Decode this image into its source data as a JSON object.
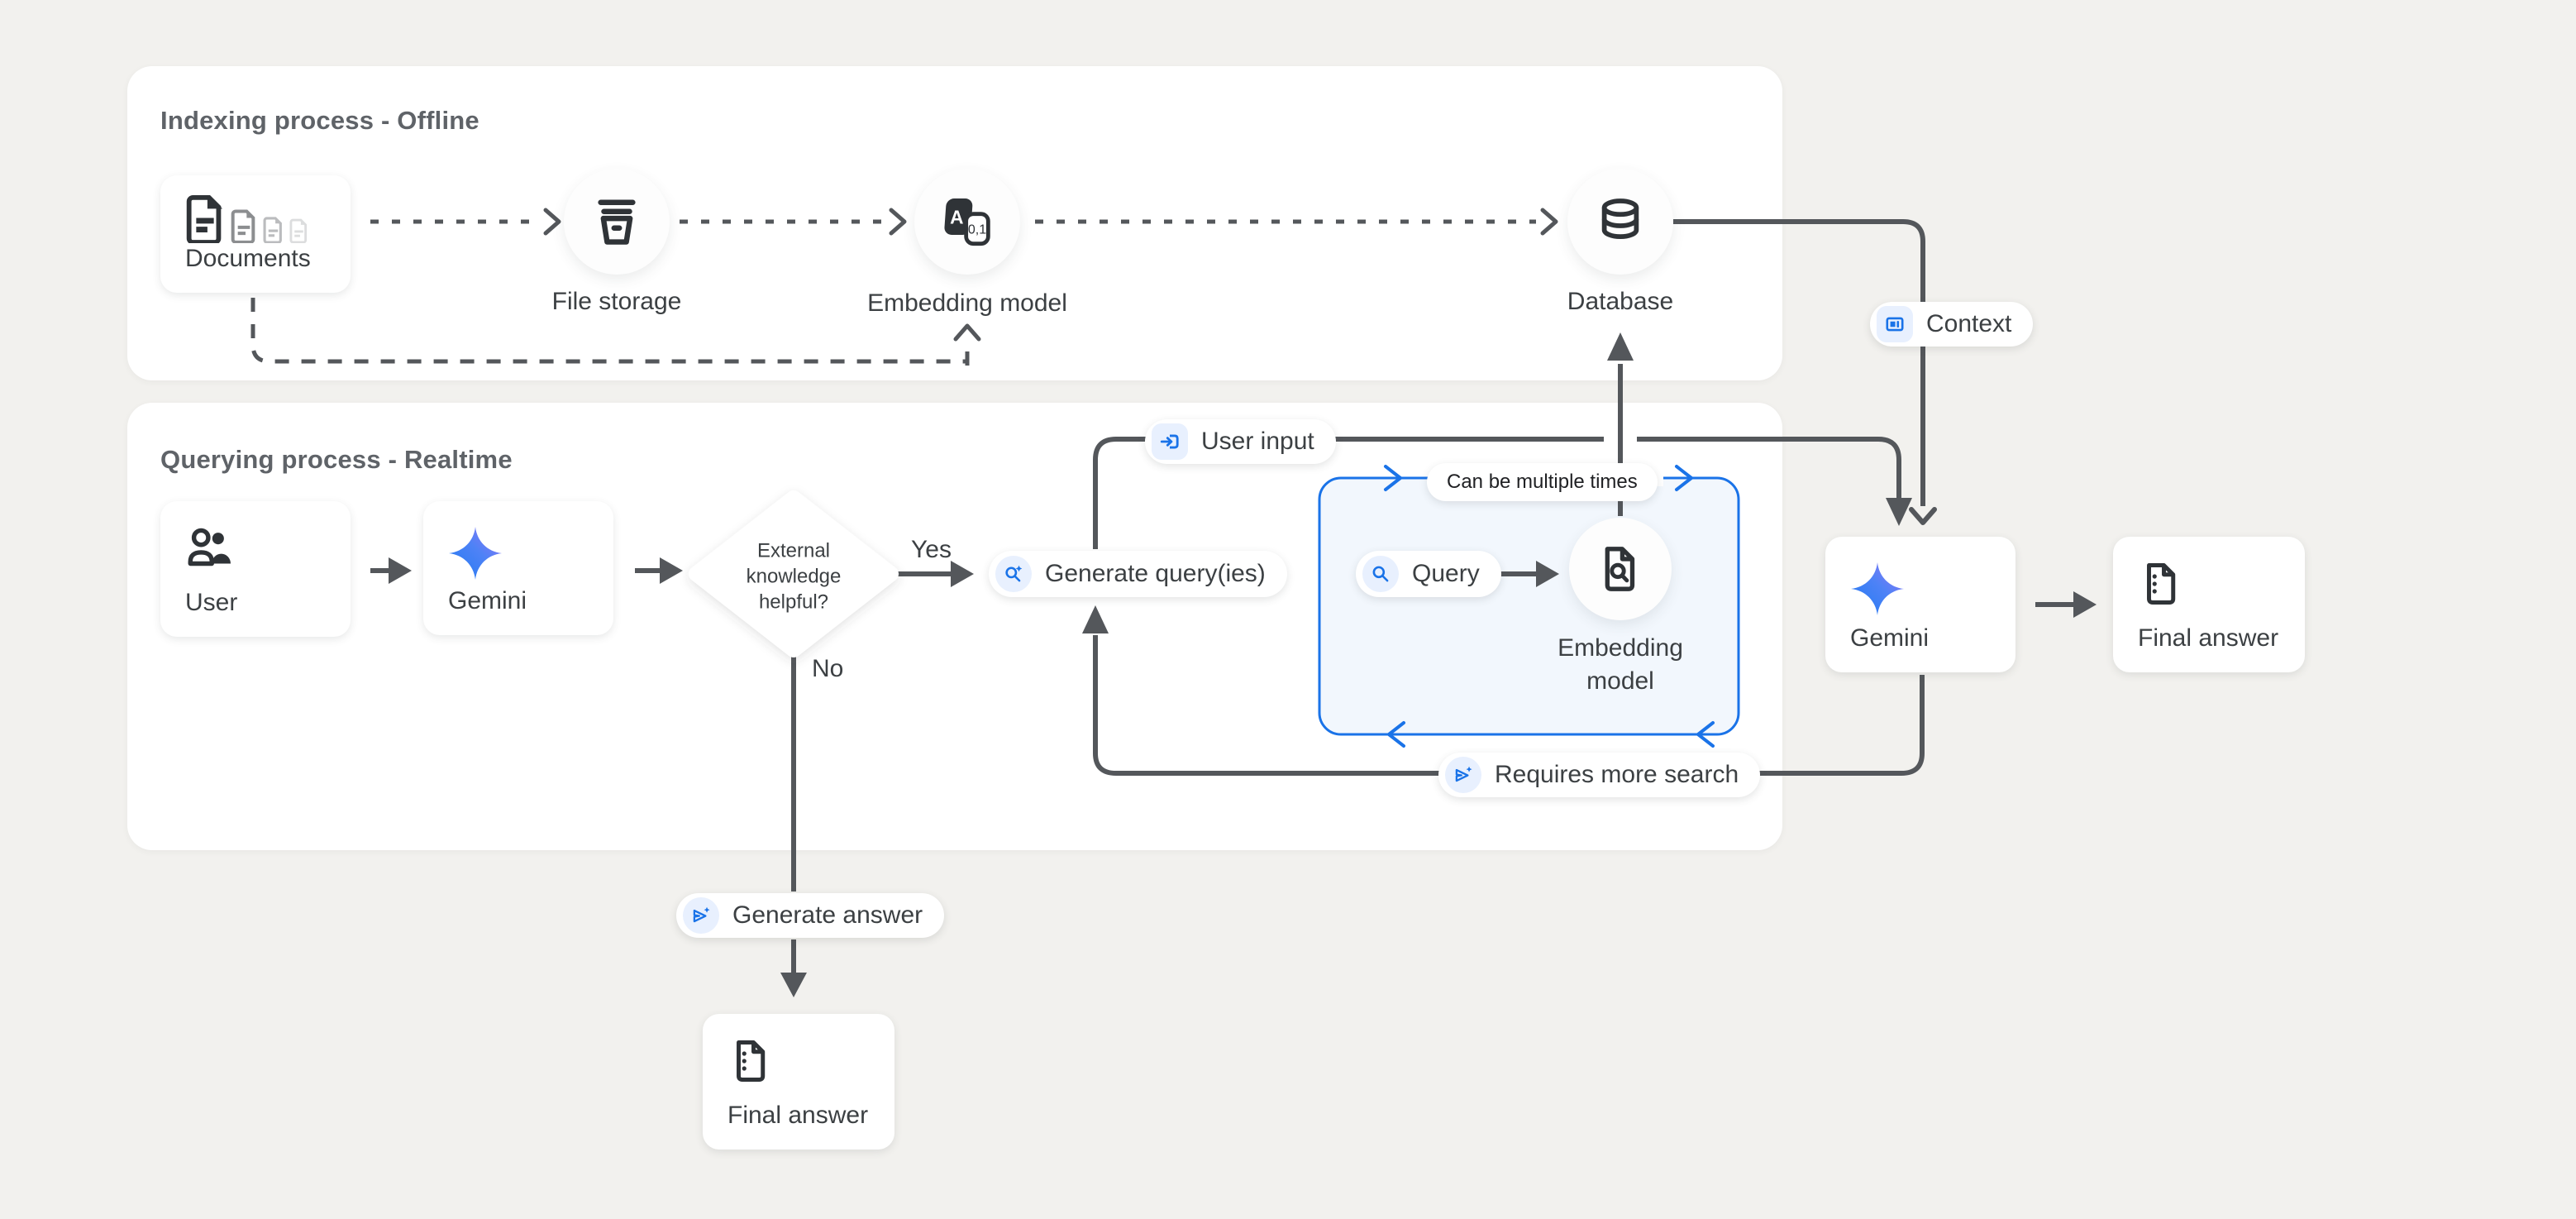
{
  "panels": {
    "indexing": {
      "title": "Indexing process - Offline"
    },
    "querying": {
      "title": "Querying process - Realtime"
    }
  },
  "nodes": {
    "documents": {
      "label": "Documents"
    },
    "file_storage": {
      "label": "File storage"
    },
    "embedding_model_offline": {
      "label": "Embedding model"
    },
    "database": {
      "label": "Database"
    },
    "user": {
      "label": "User"
    },
    "gemini_left": {
      "label": "Gemini"
    },
    "gemini_right": {
      "label": "Gemini"
    },
    "final_answer_right": {
      "label": "Final answer"
    },
    "final_answer_bottom": {
      "label": "Final answer"
    },
    "decision": {
      "line1": "External",
      "line2": "knowledge",
      "line3": "helpful?"
    },
    "embedding_model_realtime": {
      "line1": "Embedding",
      "line2": "model"
    }
  },
  "pills": {
    "context": {
      "label": "Context"
    },
    "user_input": {
      "label": "User input"
    },
    "generate_queries": {
      "label": "Generate query(ies)"
    },
    "query": {
      "label": "Query"
    },
    "can_be_multiple_times": {
      "label": "Can be multiple times"
    },
    "requires_more_search": {
      "label": "Requires more search"
    },
    "generate_answer": {
      "label": "Generate answer"
    }
  },
  "edge_labels": {
    "yes": "Yes",
    "no": "No"
  },
  "icons": {
    "embedding_a": "A",
    "embedding_digits": "0,1"
  },
  "colors": {
    "accent_blue": "#1a73e8",
    "icon_blue_bg": "#e8f0fe",
    "line_gray": "#54575b",
    "icon_dark": "#2f3337",
    "text_dark": "#3c4043",
    "title_gray": "#5f6368",
    "canvas_bg": "#f2f1ee",
    "panel_bg": "#ffffff",
    "loop_box_fill": "#f2f7fd",
    "gemini_gradient_start": "#1f7af2",
    "gemini_gradient_end": "#9a76f7"
  }
}
